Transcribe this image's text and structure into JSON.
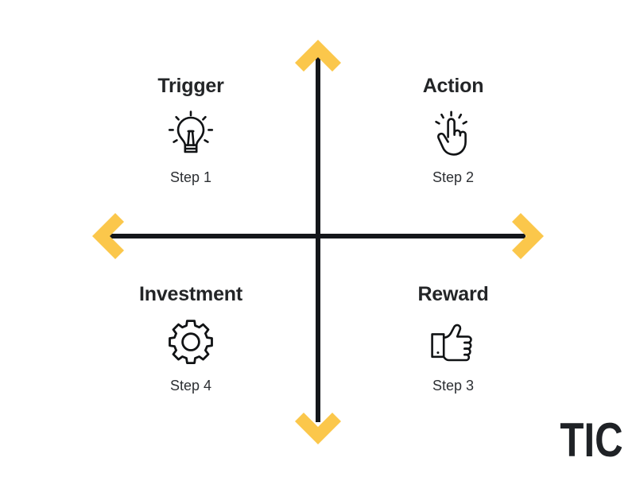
{
  "diagram": {
    "type": "quadrant-model",
    "background_color": "#FFFFFF",
    "accent_color": "#FBC74B",
    "line_color": "#14161A",
    "text_color": "#232527",
    "axes": {
      "vertical_name": "vertical-axis",
      "horizontal_name": "horizontal-axis",
      "arrow_up": "chevron-up-icon",
      "arrow_down": "chevron-down-icon",
      "arrow_left": "chevron-left-icon",
      "arrow_right": "chevron-right-icon"
    },
    "quadrants": [
      {
        "id": "trigger",
        "title": "Trigger",
        "step": "Step 1",
        "icon": "lightbulb-icon",
        "position": "top-left"
      },
      {
        "id": "action",
        "title": "Action",
        "step": "Step 2",
        "icon": "tap-hand-icon",
        "position": "top-right"
      },
      {
        "id": "investment",
        "title": "Investment",
        "step": "Step 4",
        "icon": "gear-icon",
        "position": "bottom-left"
      },
      {
        "id": "reward",
        "title": "Reward",
        "step": "Step 3",
        "icon": "thumbs-up-icon",
        "position": "bottom-right"
      }
    ],
    "logo": {
      "text": "TIC"
    }
  }
}
